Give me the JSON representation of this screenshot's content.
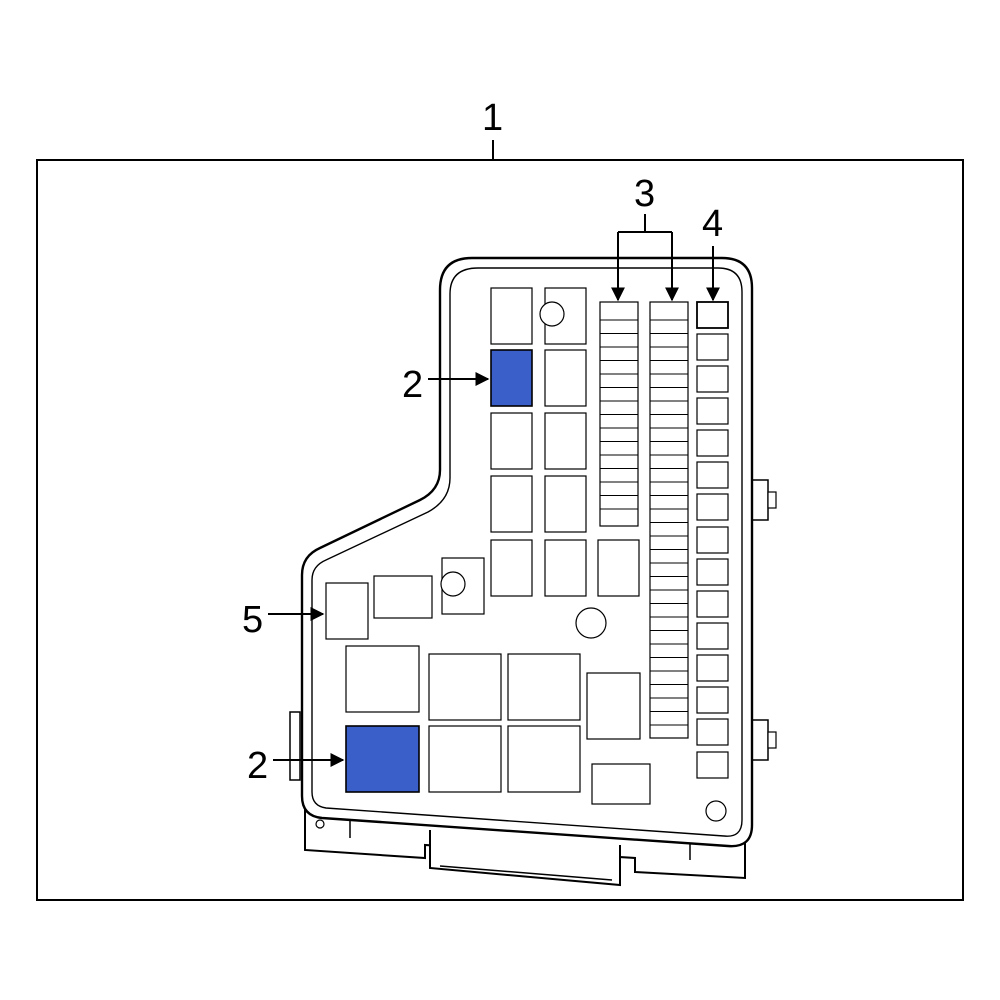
{
  "callouts": {
    "c1": "1",
    "c2_upper": "2",
    "c2_lower": "2",
    "c3": "3",
    "c4": "4",
    "c5": "5"
  },
  "colors": {
    "highlight": "#3a5fc8",
    "line": "#000000",
    "background": "#ffffff"
  }
}
